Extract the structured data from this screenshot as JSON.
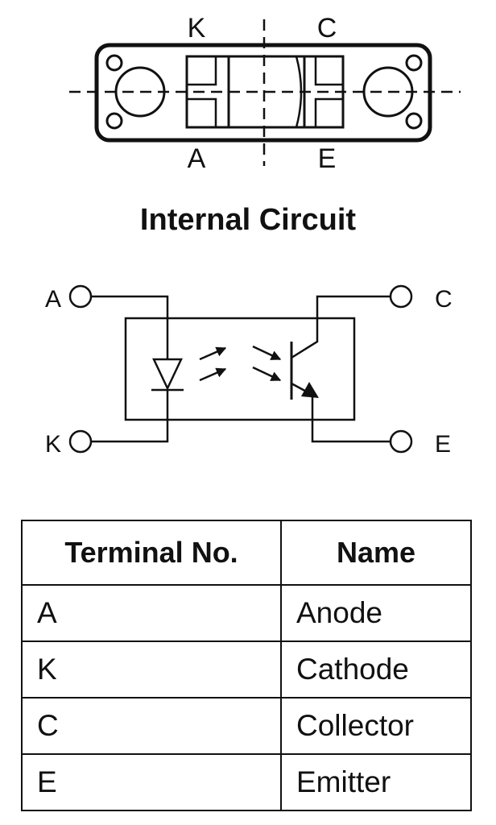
{
  "package": {
    "top_labels": [
      "K",
      "C"
    ],
    "bottom_labels": [
      "A",
      "E"
    ]
  },
  "circuit": {
    "title": "Internal Circuit",
    "pins": {
      "anode": "A",
      "cathode": "K",
      "collector": "C",
      "emitter": "E"
    }
  },
  "table": {
    "headers": [
      "Terminal No.",
      "Name"
    ],
    "rows": [
      {
        "terminal": "A",
        "name": "Anode"
      },
      {
        "terminal": "K",
        "name": "Cathode"
      },
      {
        "terminal": "C",
        "name": "Collector"
      },
      {
        "terminal": "E",
        "name": "Emitter"
      }
    ]
  }
}
